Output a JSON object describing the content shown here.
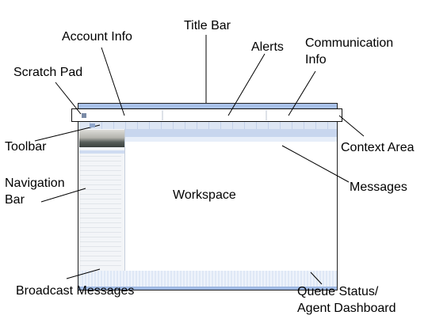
{
  "labels": {
    "title_bar": "Title Bar",
    "account_info": "Account Info",
    "alerts": "Alerts",
    "communication_info_line1": "Communication",
    "communication_info_line2": "Info",
    "scratch_pad": "Scratch Pad",
    "toolbar": "Toolbar",
    "context_area": "Context Area",
    "navigation_bar_line1": "Navigation",
    "navigation_bar_line2": "Bar",
    "workspace": "Workspace",
    "messages": "Messages",
    "broadcast_messages": "Broadcast Messages",
    "queue_status_line1": "Queue Status/",
    "queue_status_line2": "Agent Dashboard"
  },
  "colors": {
    "title_bar": "#a9c1e8",
    "toolbar": "#dde6f4",
    "context_area": "#c8d6ee",
    "navigation_bar": "#f3f5f8",
    "queue_status": "#9fb9e3"
  }
}
